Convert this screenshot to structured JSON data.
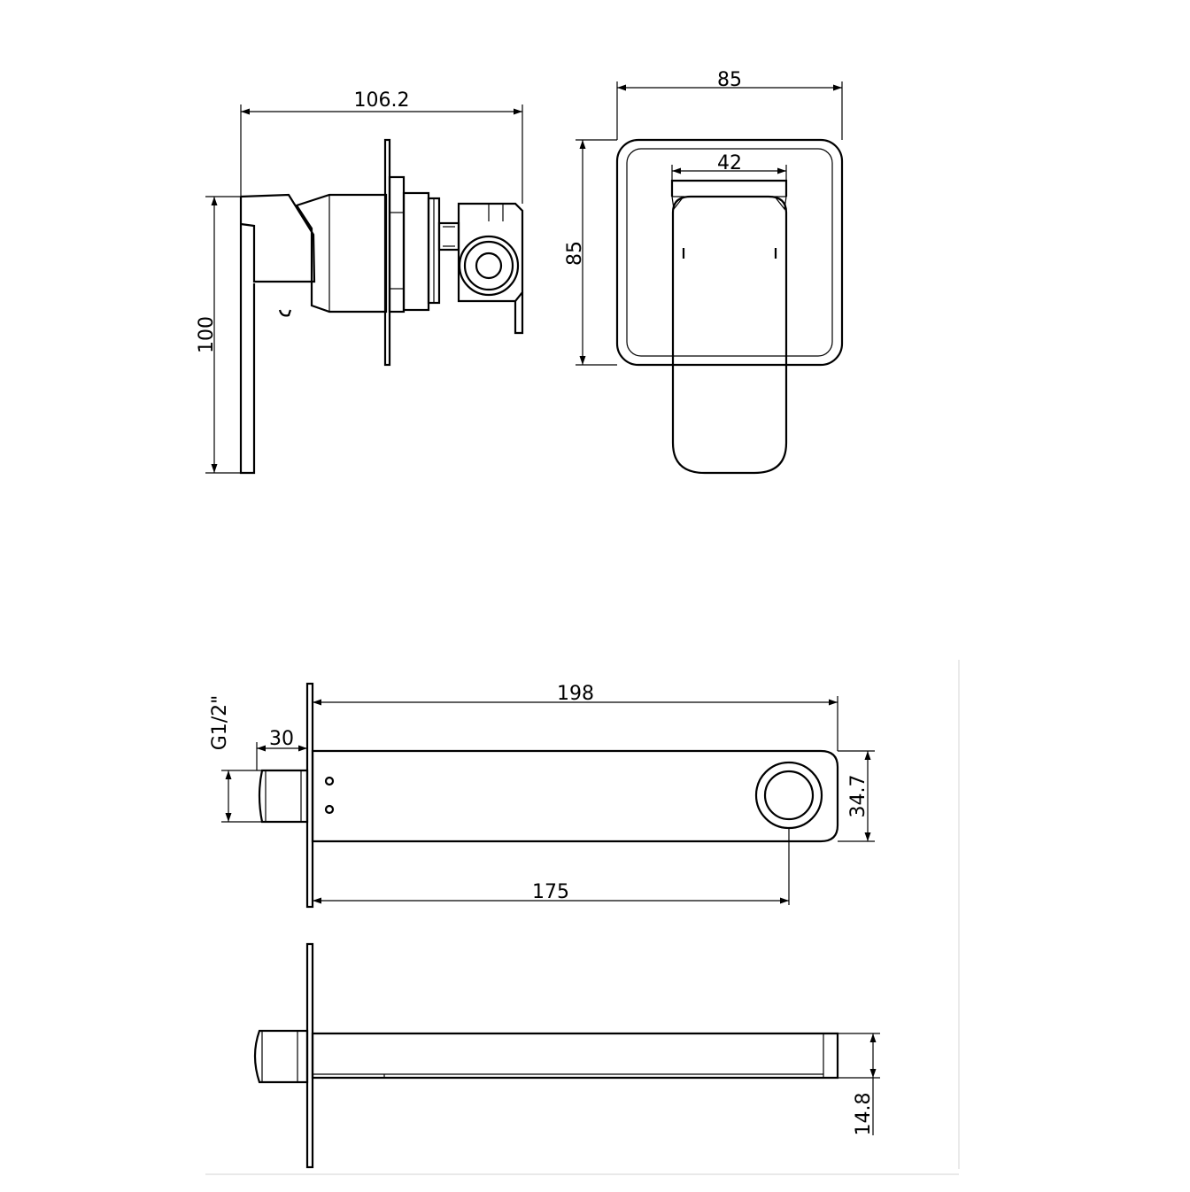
{
  "dimensions": {
    "mixer_depth": "106.2",
    "mixer_height": "100",
    "plate_width": "85",
    "plate_height": "85",
    "handle_width": "42",
    "spout_length_total": "198",
    "spout_length_outlet": "175",
    "spout_height": "34.7",
    "thread_size": "G1/2\"",
    "thread_length": "30",
    "spout_thickness": "14.8"
  },
  "colors": {
    "line": "#000000",
    "background": "#ffffff"
  }
}
